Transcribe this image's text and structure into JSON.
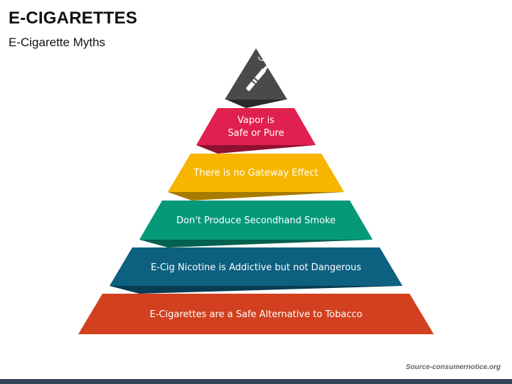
{
  "header": {
    "title": "E-CIGARETTES",
    "subtitle": "E-Cigarette Myths"
  },
  "pyramid": {
    "top_icon": "e-cigarette-icon",
    "tiers": [
      {
        "lines": [
          "Vapor is",
          "Safe or Pure"
        ],
        "color": "#e0204e",
        "shade": "#8e1230"
      },
      {
        "lines": [
          "There is no Gateway Effect"
        ],
        "color": "#f7b500",
        "shade": "#a77a00"
      },
      {
        "lines": [
          "Don't Produce Secondhand Smoke"
        ],
        "color": "#05997a",
        "shade": "#036150"
      },
      {
        "lines": [
          "E-Cig Nicotine is Addictive but not Dangerous"
        ],
        "color": "#0d6080",
        "shade": "#073d52"
      },
      {
        "lines": [
          "E-Cigarettes are a Safe Alternative to Tobacco"
        ],
        "color": "#d2401f",
        "shade": "#852510"
      }
    ],
    "top_color": "#4a4a4a",
    "top_shade": "#2a2a2a"
  },
  "footer": {
    "source": "Source-consumernotice.org",
    "bar_color": "#37475a"
  }
}
